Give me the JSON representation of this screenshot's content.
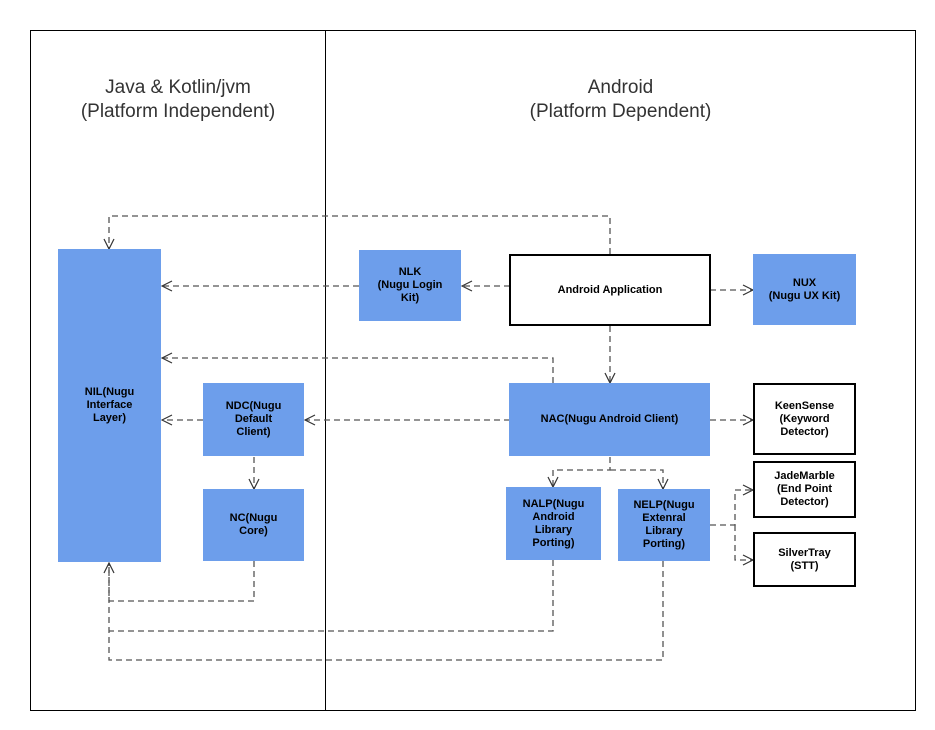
{
  "regions": {
    "left_title": "Java & Kotlin/jvm\n(Platform Independent)",
    "right_title": "Android\n(Platform Dependent)"
  },
  "nodes": {
    "nil": "NIL(Nugu\nInterface\nLayer)",
    "nlk": "NLK\n(Nugu Login\nKit)",
    "android_app": "Android Application",
    "nux": "NUX\n(Nugu UX Kit)",
    "ndc": "NDC(Nugu\nDefault\nClient)",
    "nc": "NC(Nugu\nCore)",
    "nac": "NAC(Nugu Android Client)",
    "keensense": "KeenSense\n(Keyword\nDetector)",
    "jademarble": "JadeMarble\n(End Point\nDetector)",
    "silvertray": "SilverTray\n(STT)",
    "nalp": "NALP(Nugu\nAndroid\nLibrary\nPorting)",
    "nelp": "NELP(Nugu\nExtenral\nLibrary\nPorting)"
  },
  "colors": {
    "node_fill": "#6d9eeb",
    "line": "#555555",
    "border": "#000000"
  }
}
